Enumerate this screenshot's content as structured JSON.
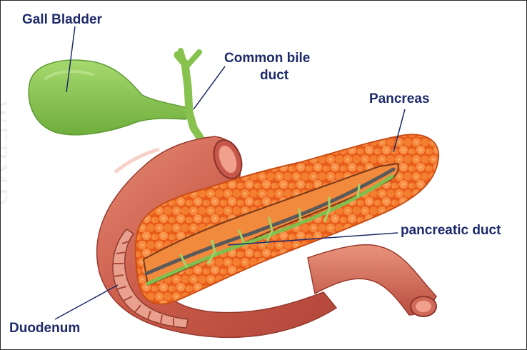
{
  "labels": {
    "gall_bladder": "Gall Bladder",
    "common_bile_duct_line1": "Common bile",
    "common_bile_duct_line2": "duct",
    "pancreas": "Pancreas",
    "pancreatic_duct": "pancreatic duct",
    "duodenum": "Duodenum"
  },
  "colors": {
    "label_text": "#1d2a6b",
    "gall_bladder": "#8fca5a",
    "pancreas": "#f07a2c",
    "duodenum": "#c9574a",
    "duct": "#4d4d4d"
  }
}
